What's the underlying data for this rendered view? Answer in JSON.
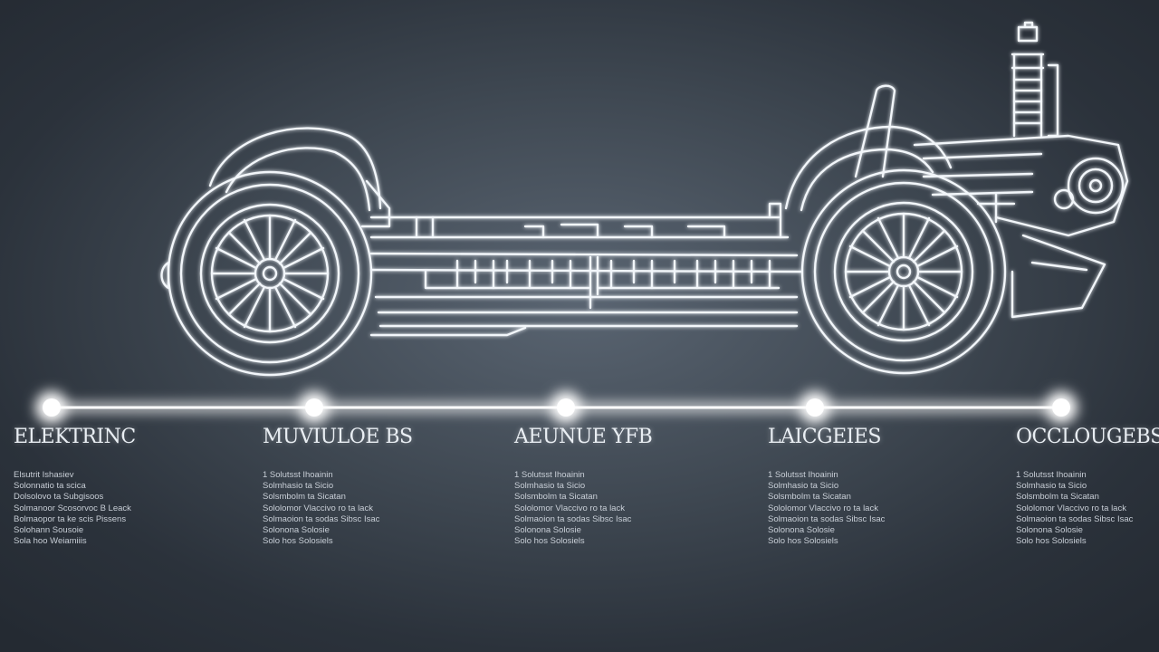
{
  "colors": {
    "background": "#333a43",
    "line_glow": "#ffffff",
    "text": "#e9eef3"
  },
  "timeline": {
    "stages": [
      {
        "title": "ELEKTRINC",
        "body": "Elsutrit  Ishasiev\nSolonnatio ta scica\nDolsolovo ta Subgisoos\nSolmanoor Scosorvoc B Leack\nBolmaopor ta ke scis Pissens\nSolohann Sousoie\nSola hoo Weiamiiis"
      },
      {
        "title": "MUVIULOE BS",
        "body": "1 Solutsst  Ihoainin\n  Solmhasio ta Sicio\n  Solsmbolm ta Sicatan\n  Sololomor Vlaccivo ro ta lack\n  Solmaoion ta sodas Sibsc Isac\n  Solonona Solosie\n  Solo hos Solosiels"
      },
      {
        "title": "AEUNUE YFB",
        "body": "1 Solutsst  Ihoainin\n  Solmhasio ta Sicio\n  Solsmbolm ta Sicatan\n  Sololomor Vlaccivo ro ta lack\n  Solmaoion ta sodas Sibsc Isac\n  Solonona Solosie\n  Solo hos Solosiels"
      },
      {
        "title": "LAICGEIES",
        "body": "1 Solutsst  Ihoainin\n  Solmhasio ta Sicio\n  Solsmbolm ta Sicatan\n  Sololomor Vlaccivo ro ta lack\n  Solmaoion ta sodas Sibsc Isac\n  Solonona Solosie\n  Solo hos Solosiels"
      },
      {
        "title": "OCCLOUGEBS",
        "body": "1 Solutsst  Ihoainin\n  Solmhasio ta Sicio\n  Solsmbolm ta Sicatan\n  Sololomor Vlaccivo ro ta lack\n  Solmaoion ta sodas Sibsc Isac\n  Solonona Solosie\n  Solo hos Solosiels"
      }
    ]
  }
}
